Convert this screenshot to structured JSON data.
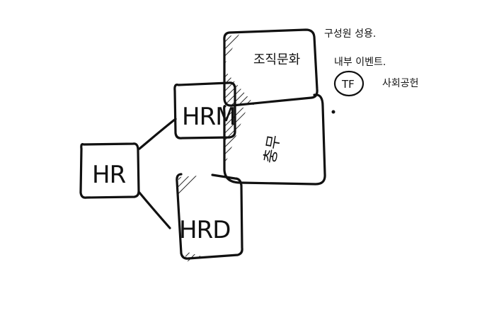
{
  "nodes": {
    "root": "HR",
    "hrm": "HRM",
    "hrd": "HRD",
    "org_culture": "조직문화",
    "recruit": "충무"
  },
  "notes": {
    "line1": "구성원 성용.",
    "line2": "내부 이벤트.",
    "tf": "TF",
    "line3": "사회공헌"
  }
}
